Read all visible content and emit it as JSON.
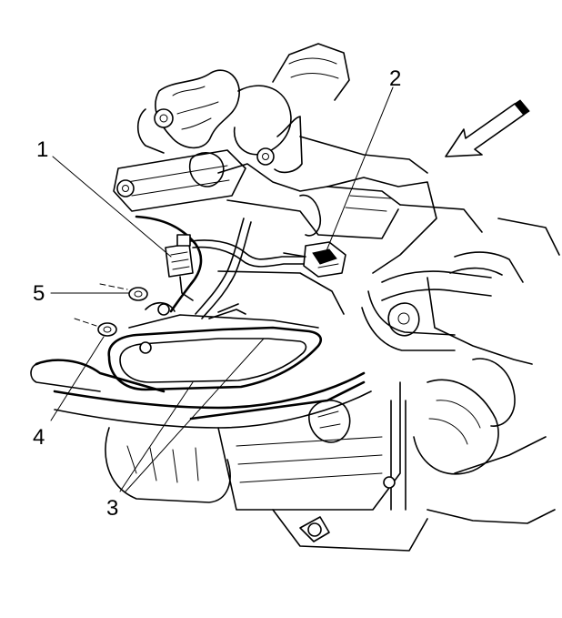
{
  "callouts": [
    {
      "id": "1",
      "text": "1"
    },
    {
      "id": "2",
      "text": "2"
    },
    {
      "id": "3",
      "text": "3"
    },
    {
      "id": "4",
      "text": "4"
    },
    {
      "id": "5",
      "text": "5"
    }
  ],
  "view_arrow": {
    "icon": "front-view-arrow-icon",
    "direction": "down-left"
  },
  "colors": {
    "line": "#000000",
    "background": "#ffffff"
  }
}
